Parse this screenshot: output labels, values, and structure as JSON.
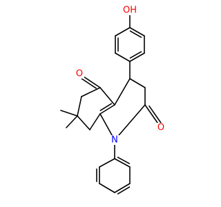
{
  "molecule": {
    "colors": {
      "bond": "#000000",
      "O": "#ff0000",
      "N": "#0000ff"
    },
    "labels": {
      "hydroxyl": "OH",
      "ketone_o": "O",
      "lactam_o": "O",
      "nitrogen": "N"
    }
  }
}
